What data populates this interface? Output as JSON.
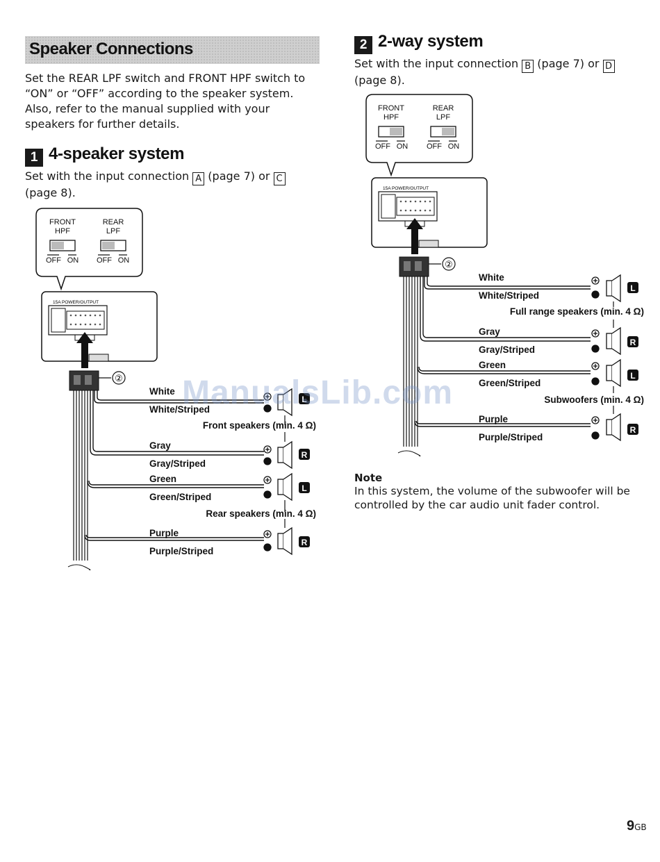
{
  "header": {
    "title": "Speaker Connections"
  },
  "intro": {
    "text_lines": [
      "Set the REAR LPF switch and FRONT HPF switch to",
      "“ON” or “OFF” according to the speaker system.",
      "Also, refer to the manual supplied with your",
      "speakers for further details."
    ]
  },
  "section1": {
    "num": "1",
    "title": "4-speaker system",
    "line1_pre": "Set with the input connection ",
    "box_a": "A",
    "line1_mid": " (page 7) or ",
    "box_b": "C",
    "line2": "(page 8).",
    "switch_front_1": "FRONT",
    "switch_front_2": "HPF",
    "switch_rear_1": "REAR",
    "switch_rear_2": "LPF",
    "off": "OFF",
    "on": "ON",
    "connector_label": "15A  POWER/OUTPUT",
    "circle_num": "②",
    "wires": [
      "White",
      "White/Striped",
      "Gray",
      "Gray/Striped",
      "Green",
      "Green/Striped",
      "Purple",
      "Purple/Striped"
    ],
    "group1": "Front speakers (min. 4 Ω)",
    "group2": "Rear speakers (min. 4 Ω)",
    "sides": [
      "L",
      "R",
      "L",
      "R"
    ]
  },
  "section2": {
    "num": "2",
    "title": "2-way system",
    "line1_pre": "Set with the input connection ",
    "box_a": "B",
    "line1_mid": " (page 7) or ",
    "box_b": "D",
    "line2": "(page 8).",
    "switch_front_1": "FRONT",
    "switch_front_2": "HPF",
    "switch_rear_1": "REAR",
    "switch_rear_2": "LPF",
    "off": "OFF",
    "on": "ON",
    "connector_label": "15A  POWER/OUTPUT",
    "circle_num": "②",
    "wires": [
      "White",
      "White/Striped",
      "Gray",
      "Gray/Striped",
      "Green",
      "Green/Striped",
      "Purple",
      "Purple/Striped"
    ],
    "group1": "Full range speakers (min. 4 Ω)",
    "group2": "Subwoofers (min. 4 Ω)",
    "sides": [
      "L",
      "R",
      "L",
      "R"
    ]
  },
  "note": {
    "title": "Note",
    "lines": [
      "In this system, the volume of the subwoofer will be",
      "controlled by the car audio unit fader control."
    ]
  },
  "page": {
    "number": "9",
    "suffix": "GB"
  },
  "watermark": "ManualsLib.com"
}
